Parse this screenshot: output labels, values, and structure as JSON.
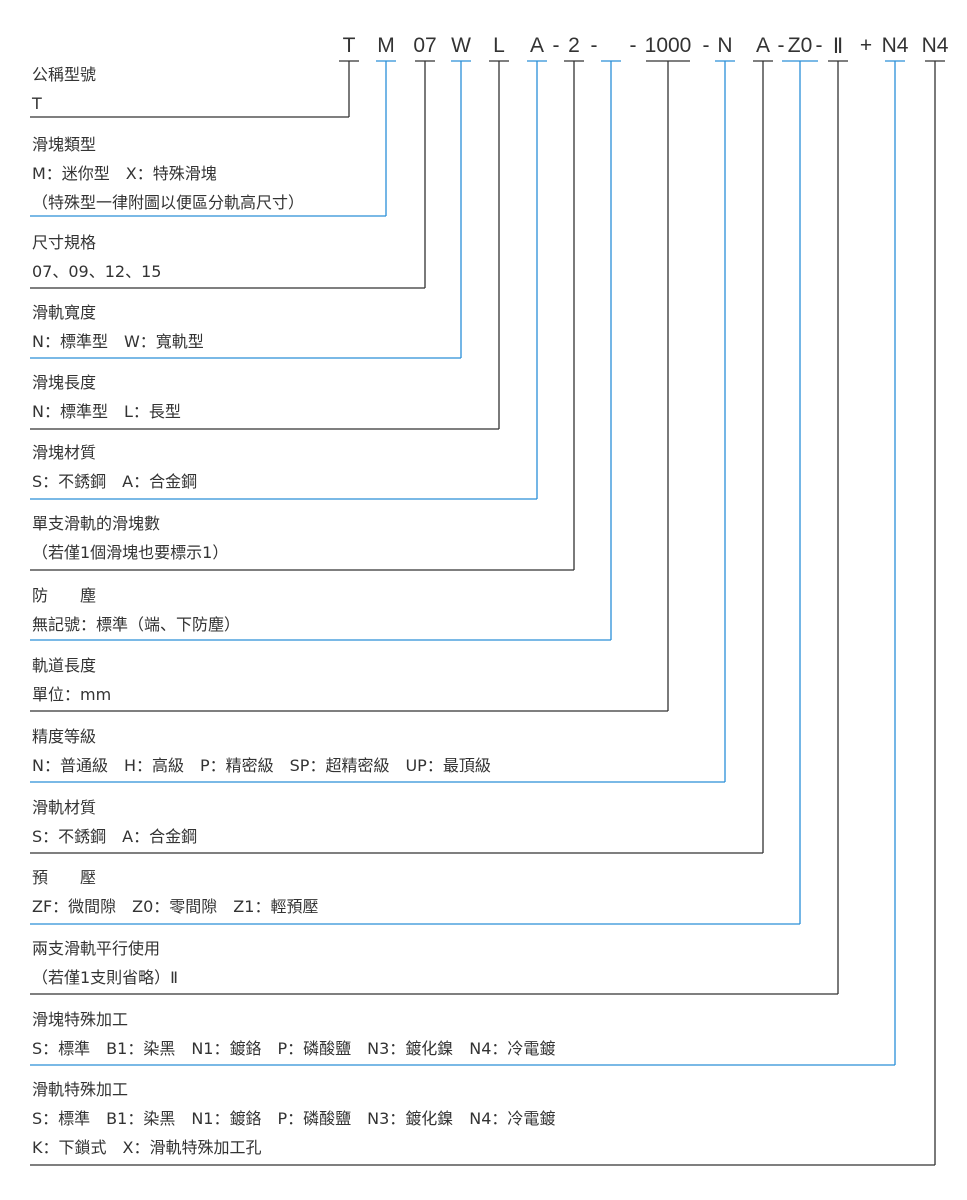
{
  "code": {
    "tokens": [
      "T",
      "M",
      "07",
      "W",
      "L",
      "A",
      "-",
      "2",
      "-",
      "-",
      "1000",
      "-",
      "N",
      "A",
      "-",
      "Z0",
      "-",
      "Ⅱ",
      "+",
      "N4",
      "N4"
    ]
  },
  "sections": [
    {
      "title": "公稱型號",
      "lines": [
        "T"
      ]
    },
    {
      "title": "滑塊類型",
      "lines": [
        "M：迷你型　X：特殊滑塊",
        "（特殊型一律附圖以便區分軌高尺寸）"
      ]
    },
    {
      "title": "尺寸規格",
      "lines": [
        "07、09、12、15"
      ]
    },
    {
      "title": "滑軌寬度",
      "lines": [
        "N：標準型　W：寬軌型"
      ]
    },
    {
      "title": "滑塊長度",
      "lines": [
        "N：標準型　L：長型"
      ]
    },
    {
      "title": "滑塊材質",
      "lines": [
        "S：不銹鋼　A：合金鋼"
      ]
    },
    {
      "title": "單支滑軌的滑塊數",
      "lines": [
        "（若僅1個滑塊也要標示1）"
      ]
    },
    {
      "title": "防　　塵",
      "lines": [
        "無記號：標準（端、下防塵）"
      ]
    },
    {
      "title": "軌道長度",
      "lines": [
        "單位：mm"
      ]
    },
    {
      "title": "精度等級",
      "lines": [
        "N：普通級　H：高級　P：精密級　SP：超精密級　UP：最頂級"
      ]
    },
    {
      "title": "滑軌材質",
      "lines": [
        "S：不銹鋼　A：合金鋼"
      ]
    },
    {
      "title": "預　　壓",
      "lines": [
        "ZF：微間隙　Z0：零間隙　Z1：輕預壓"
      ]
    },
    {
      "title": "兩支滑軌平行使用",
      "lines": [
        "（若僅1支則省略）Ⅱ"
      ]
    },
    {
      "title": "滑塊特殊加工",
      "lines": [
        "S：標準　B1：染黑　N1：鍍鉻　P：磷酸鹽　N3：鍍化鎳　N4：冷電鍍"
      ]
    },
    {
      "title": "滑軌特殊加工",
      "lines": [
        "S：標準　B1：染黑　N1：鍍鉻　P：磷酸鹽　N3：鍍化鎳　N4：冷電鍍",
        "K：下鎖式　X：滑軌特殊加工孔"
      ]
    }
  ],
  "colors": {
    "dark": "#333333",
    "blue": "#2a8fd8"
  }
}
